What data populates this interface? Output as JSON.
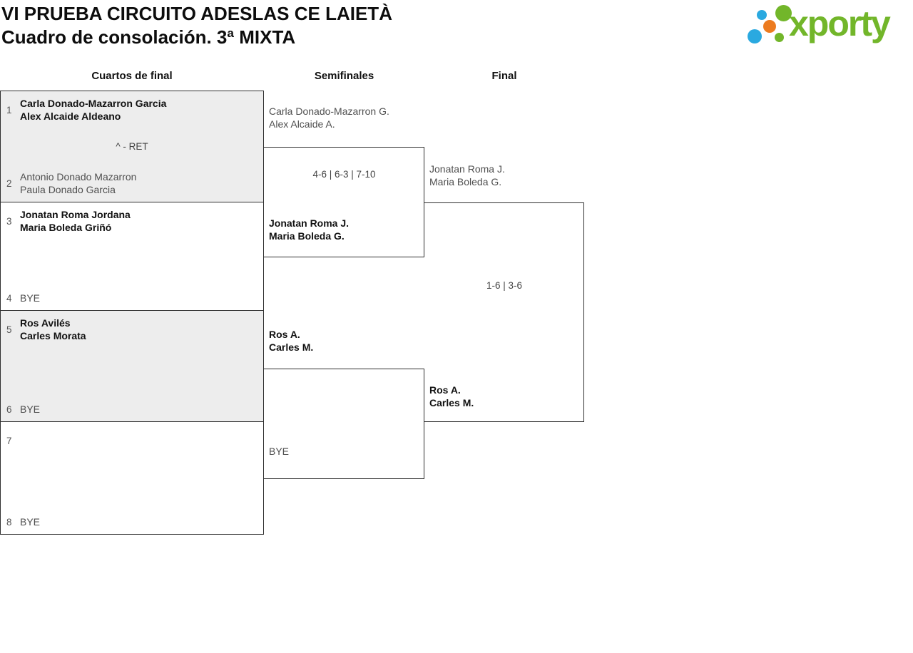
{
  "header": {
    "title_line1": "VI PRUEBA CIRCUITO ADESLAS CE LAIETÀ",
    "title_line2": "Cuadro de consolación. 3ª MIXTA"
  },
  "logo": {
    "wordmark": "xporty",
    "colors": {
      "green": "#72b62a",
      "blue": "#2aa9e0",
      "orange": "#ec7b1f"
    }
  },
  "colors": {
    "box_border": "#2f2f2f",
    "shaded_box_bg": "#ededed",
    "winner_text": "#111111",
    "loser_text": "#4f4f4f"
  },
  "rounds": [
    {
      "label": "Cuartos de final"
    },
    {
      "label": "Semifinales"
    },
    {
      "label": "Final"
    }
  ],
  "bracket": {
    "quarterfinals": [
      {
        "shaded": true,
        "top": {
          "seed": "1",
          "players": [
            "Carla Donado-Mazarron Garcia",
            "Alex Alcaide Aldeano"
          ],
          "winner": true
        },
        "score": "^ - RET",
        "bottom": {
          "seed": "2",
          "players": [
            "Antonio Donado Mazarron",
            "Paula Donado Garcia"
          ],
          "winner": false
        }
      },
      {
        "shaded": false,
        "top": {
          "seed": "3",
          "players": [
            "Jonatan Roma Jordana",
            "Maria Boleda Griñó"
          ],
          "winner": true
        },
        "score": "",
        "bottom": {
          "seed": "4",
          "players": [
            "BYE"
          ],
          "winner": false
        }
      },
      {
        "shaded": true,
        "top": {
          "seed": "5",
          "players": [
            "Ros Avilés",
            "Carles Morata"
          ],
          "winner": true
        },
        "score": "",
        "bottom": {
          "seed": "6",
          "players": [
            "BYE"
          ],
          "winner": false
        }
      },
      {
        "shaded": false,
        "top": {
          "seed": "7",
          "players": [],
          "winner": false
        },
        "score": "",
        "bottom": {
          "seed": "8",
          "players": [
            "BYE"
          ],
          "winner": false
        }
      }
    ],
    "semifinals": [
      {
        "top": {
          "players": [
            "Carla Donado-Mazarron G.",
            "Alex Alcaide A."
          ],
          "winner": false
        },
        "score": "4-6 | 6-3 | 7-10",
        "bottom": {
          "players": [
            "Jonatan Roma J.",
            "Maria Boleda G."
          ],
          "winner": true
        }
      },
      {
        "top": {
          "players": [
            "Ros A.",
            "Carles M."
          ],
          "winner": true
        },
        "score": "",
        "bottom": {
          "players": [
            "BYE"
          ],
          "winner": false
        }
      }
    ],
    "final_match": {
      "top": {
        "players": [
          "Jonatan Roma J.",
          "Maria Boleda G."
        ],
        "winner": false
      },
      "score": "1-6 | 3-6",
      "bottom": {
        "players": [
          "Ros A.",
          "Carles M."
        ],
        "winner": true
      }
    }
  }
}
